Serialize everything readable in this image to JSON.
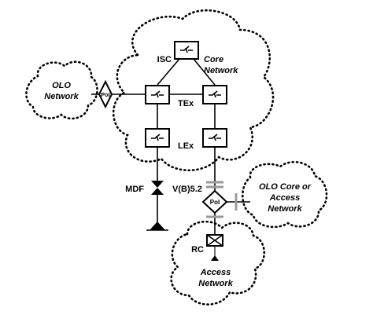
{
  "clouds": {
    "core": {
      "line1": "Core",
      "line2": "Network"
    },
    "olo": {
      "line1": "OLO",
      "line2": "Network"
    },
    "olo_core": {
      "line1": "OLO Core or",
      "line2": "Access",
      "line3": "Network"
    },
    "access": {
      "line1": "Access",
      "line2": "Network"
    }
  },
  "nodes": {
    "isc": "ISC",
    "tex": "TEx",
    "lex": "LEx",
    "mdf": "MDF",
    "vb52": "V(B)5.2",
    "rc": "RC"
  },
  "pois": {
    "left": "PoI",
    "right": "PoI"
  }
}
